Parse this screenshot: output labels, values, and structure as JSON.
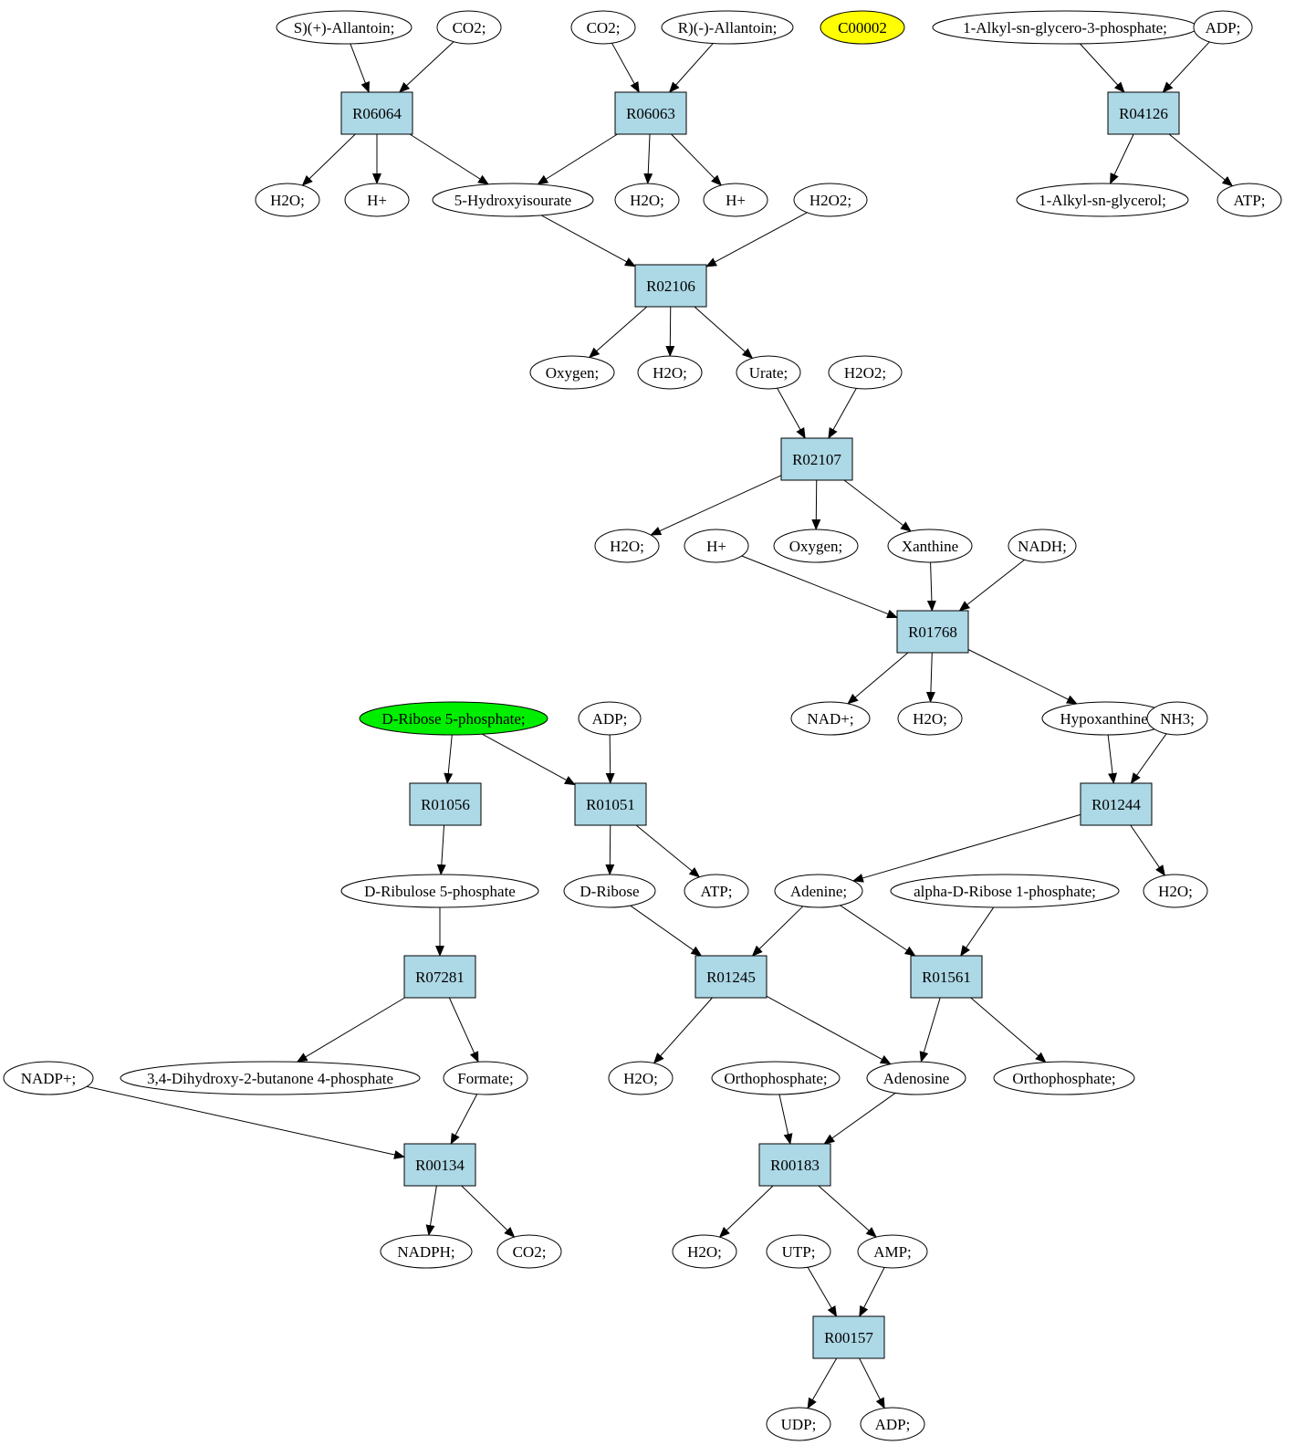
{
  "colors": {
    "reaction_fill": "#add8e6",
    "compound_fill": "#ffffff",
    "highlight_yellow": "#ffff00",
    "highlight_green": "#00ee00",
    "stroke": "#000000",
    "background": "#ffffff"
  },
  "nodes": [
    {
      "id": "c_sallantoin",
      "kind": "compound",
      "label": "S)(+)-Allantoin;"
    },
    {
      "id": "c_co2_a",
      "kind": "compound",
      "label": "CO2;"
    },
    {
      "id": "c_co2_b",
      "kind": "compound",
      "label": "CO2;"
    },
    {
      "id": "c_rallantoin",
      "kind": "compound",
      "label": "R)(-)-Allantoin;"
    },
    {
      "id": "c_c00002",
      "kind": "compound",
      "label": "C00002",
      "highlight": "yellow"
    },
    {
      "id": "c_alkyl_g3p",
      "kind": "compound",
      "label": "1-Alkyl-sn-glycero-3-phosphate;"
    },
    {
      "id": "c_adp_top",
      "kind": "compound",
      "label": "ADP;"
    },
    {
      "id": "r_R06064",
      "kind": "reaction",
      "label": "R06064"
    },
    {
      "id": "r_R06063",
      "kind": "reaction",
      "label": "R06063"
    },
    {
      "id": "r_R04126",
      "kind": "reaction",
      "label": "R04126"
    },
    {
      "id": "c_h2o_1",
      "kind": "compound",
      "label": "H2O;"
    },
    {
      "id": "c_hplus_1",
      "kind": "compound",
      "label": "H+"
    },
    {
      "id": "c_5hiu",
      "kind": "compound",
      "label": "5-Hydroxyisourate"
    },
    {
      "id": "c_h2o_2",
      "kind": "compound",
      "label": "H2O;"
    },
    {
      "id": "c_hplus_2",
      "kind": "compound",
      "label": "H+"
    },
    {
      "id": "c_h2o2_1",
      "kind": "compound",
      "label": "H2O2;"
    },
    {
      "id": "c_alkylglycerol",
      "kind": "compound",
      "label": "1-Alkyl-sn-glycerol;"
    },
    {
      "id": "c_atp_top",
      "kind": "compound",
      "label": "ATP;"
    },
    {
      "id": "r_R02106",
      "kind": "reaction",
      "label": "R02106"
    },
    {
      "id": "c_oxygen_1",
      "kind": "compound",
      "label": "Oxygen;"
    },
    {
      "id": "c_h2o_3",
      "kind": "compound",
      "label": "H2O;"
    },
    {
      "id": "c_urate",
      "kind": "compound",
      "label": "Urate;"
    },
    {
      "id": "c_h2o2_2",
      "kind": "compound",
      "label": "H2O2;"
    },
    {
      "id": "r_R02107",
      "kind": "reaction",
      "label": "R02107"
    },
    {
      "id": "c_h2o_4",
      "kind": "compound",
      "label": "H2O;"
    },
    {
      "id": "c_hplus_3",
      "kind": "compound",
      "label": "H+"
    },
    {
      "id": "c_oxygen_2",
      "kind": "compound",
      "label": "Oxygen;"
    },
    {
      "id": "c_xanthine",
      "kind": "compound",
      "label": "Xanthine"
    },
    {
      "id": "c_nadh",
      "kind": "compound",
      "label": "NADH;"
    },
    {
      "id": "r_R01768",
      "kind": "reaction",
      "label": "R01768"
    },
    {
      "id": "c_dr5p",
      "kind": "compound",
      "label": "D-Ribose 5-phosphate;",
      "highlight": "green"
    },
    {
      "id": "c_adp_mid",
      "kind": "compound",
      "label": "ADP;"
    },
    {
      "id": "c_nadplus",
      "kind": "compound",
      "label": "NAD+;"
    },
    {
      "id": "c_h2o_5",
      "kind": "compound",
      "label": "H2O;"
    },
    {
      "id": "c_hypoxanthine",
      "kind": "compound",
      "label": "Hypoxanthine;"
    },
    {
      "id": "c_nh3",
      "kind": "compound",
      "label": "NH3;"
    },
    {
      "id": "r_R01056",
      "kind": "reaction",
      "label": "R01056"
    },
    {
      "id": "r_R01051",
      "kind": "reaction",
      "label": "R01051"
    },
    {
      "id": "r_R01244",
      "kind": "reaction",
      "label": "R01244"
    },
    {
      "id": "c_ribulose5p",
      "kind": "compound",
      "label": "D-Ribulose 5-phosphate"
    },
    {
      "id": "c_dribose",
      "kind": "compound",
      "label": "D-Ribose"
    },
    {
      "id": "c_atp_mid",
      "kind": "compound",
      "label": "ATP;"
    },
    {
      "id": "c_adenine",
      "kind": "compound",
      "label": "Adenine;"
    },
    {
      "id": "c_adr1p",
      "kind": "compound",
      "label": "alpha-D-Ribose 1-phosphate;"
    },
    {
      "id": "c_h2o_6",
      "kind": "compound",
      "label": "H2O;"
    },
    {
      "id": "r_R07281",
      "kind": "reaction",
      "label": "R07281"
    },
    {
      "id": "r_R01245",
      "kind": "reaction",
      "label": "R01245"
    },
    {
      "id": "r_R01561",
      "kind": "reaction",
      "label": "R01561"
    },
    {
      "id": "c_nadpplus",
      "kind": "compound",
      "label": "NADP+;"
    },
    {
      "id": "c_dhbp",
      "kind": "compound",
      "label": "3,4-Dihydroxy-2-butanone 4-phosphate"
    },
    {
      "id": "c_formate",
      "kind": "compound",
      "label": "Formate;"
    },
    {
      "id": "c_h2o_7",
      "kind": "compound",
      "label": "H2O;"
    },
    {
      "id": "c_orthophosphate_1",
      "kind": "compound",
      "label": "Orthophosphate;"
    },
    {
      "id": "c_adenosine",
      "kind": "compound",
      "label": "Adenosine"
    },
    {
      "id": "c_orthophosphate_2",
      "kind": "compound",
      "label": "Orthophosphate;"
    },
    {
      "id": "r_R00134",
      "kind": "reaction",
      "label": "R00134"
    },
    {
      "id": "r_R00183",
      "kind": "reaction",
      "label": "R00183"
    },
    {
      "id": "c_nadph",
      "kind": "compound",
      "label": "NADPH;"
    },
    {
      "id": "c_co2_c",
      "kind": "compound",
      "label": "CO2;"
    },
    {
      "id": "c_h2o_8",
      "kind": "compound",
      "label": "H2O;"
    },
    {
      "id": "c_utp",
      "kind": "compound",
      "label": "UTP;"
    },
    {
      "id": "c_amp",
      "kind": "compound",
      "label": "AMP;"
    },
    {
      "id": "r_R00157",
      "kind": "reaction",
      "label": "R00157"
    },
    {
      "id": "c_udp",
      "kind": "compound",
      "label": "UDP;"
    },
    {
      "id": "c_adp_bot",
      "kind": "compound",
      "label": "ADP;"
    }
  ],
  "edges": [
    {
      "from": "c_sallantoin",
      "to": "r_R06064"
    },
    {
      "from": "c_co2_a",
      "to": "r_R06064"
    },
    {
      "from": "c_co2_b",
      "to": "r_R06063"
    },
    {
      "from": "c_rallantoin",
      "to": "r_R06063"
    },
    {
      "from": "c_alkyl_g3p",
      "to": "r_R04126"
    },
    {
      "from": "c_adp_top",
      "to": "r_R04126"
    },
    {
      "from": "r_R06064",
      "to": "c_h2o_1"
    },
    {
      "from": "r_R06064",
      "to": "c_hplus_1"
    },
    {
      "from": "r_R06064",
      "to": "c_5hiu"
    },
    {
      "from": "r_R06063",
      "to": "c_5hiu"
    },
    {
      "from": "r_R06063",
      "to": "c_h2o_2"
    },
    {
      "from": "r_R06063",
      "to": "c_hplus_2"
    },
    {
      "from": "r_R04126",
      "to": "c_alkylglycerol"
    },
    {
      "from": "r_R04126",
      "to": "c_atp_top"
    },
    {
      "from": "c_5hiu",
      "to": "r_R02106"
    },
    {
      "from": "c_h2o2_1",
      "to": "r_R02106"
    },
    {
      "from": "r_R02106",
      "to": "c_oxygen_1"
    },
    {
      "from": "r_R02106",
      "to": "c_h2o_3"
    },
    {
      "from": "r_R02106",
      "to": "c_urate"
    },
    {
      "from": "c_urate",
      "to": "r_R02107"
    },
    {
      "from": "c_h2o2_2",
      "to": "r_R02107"
    },
    {
      "from": "r_R02107",
      "to": "c_h2o_4"
    },
    {
      "from": "r_R02107",
      "to": "c_oxygen_2"
    },
    {
      "from": "r_R02107",
      "to": "c_xanthine"
    },
    {
      "from": "c_hplus_3",
      "to": "r_R01768"
    },
    {
      "from": "c_xanthine",
      "to": "r_R01768"
    },
    {
      "from": "c_nadh",
      "to": "r_R01768"
    },
    {
      "from": "r_R01768",
      "to": "c_nadplus"
    },
    {
      "from": "r_R01768",
      "to": "c_h2o_5"
    },
    {
      "from": "r_R01768",
      "to": "c_hypoxanthine"
    },
    {
      "from": "c_hypoxanthine",
      "to": "r_R01244"
    },
    {
      "from": "c_nh3",
      "to": "r_R01244"
    },
    {
      "from": "c_dr5p",
      "to": "r_R01056"
    },
    {
      "from": "c_dr5p",
      "to": "r_R01051"
    },
    {
      "from": "c_adp_mid",
      "to": "r_R01051"
    },
    {
      "from": "r_R01056",
      "to": "c_ribulose5p"
    },
    {
      "from": "r_R01051",
      "to": "c_dribose"
    },
    {
      "from": "r_R01051",
      "to": "c_atp_mid"
    },
    {
      "from": "r_R01244",
      "to": "c_adenine"
    },
    {
      "from": "r_R01244",
      "to": "c_h2o_6"
    },
    {
      "from": "c_ribulose5p",
      "to": "r_R07281"
    },
    {
      "from": "c_dribose",
      "to": "r_R01245"
    },
    {
      "from": "c_adenine",
      "to": "r_R01245"
    },
    {
      "from": "c_adenine",
      "to": "r_R01561"
    },
    {
      "from": "c_adr1p",
      "to": "r_R01561"
    },
    {
      "from": "r_R07281",
      "to": "c_dhbp"
    },
    {
      "from": "r_R07281",
      "to": "c_formate"
    },
    {
      "from": "r_R01245",
      "to": "c_h2o_7"
    },
    {
      "from": "r_R01245",
      "to": "c_adenosine"
    },
    {
      "from": "r_R01561",
      "to": "c_adenosine"
    },
    {
      "from": "r_R01561",
      "to": "c_orthophosphate_2"
    },
    {
      "from": "c_nadpplus",
      "to": "r_R00134"
    },
    {
      "from": "c_formate",
      "to": "r_R00134"
    },
    {
      "from": "c_orthophosphate_1",
      "to": "r_R00183"
    },
    {
      "from": "c_adenosine",
      "to": "r_R00183"
    },
    {
      "from": "r_R00134",
      "to": "c_nadph"
    },
    {
      "from": "r_R00134",
      "to": "c_co2_c"
    },
    {
      "from": "r_R00183",
      "to": "c_h2o_8"
    },
    {
      "from": "r_R00183",
      "to": "c_amp"
    },
    {
      "from": "c_utp",
      "to": "r_R00157"
    },
    {
      "from": "c_amp",
      "to": "r_R00157"
    },
    {
      "from": "r_R00157",
      "to": "c_udp"
    },
    {
      "from": "r_R00157",
      "to": "c_adp_bot"
    }
  ]
}
